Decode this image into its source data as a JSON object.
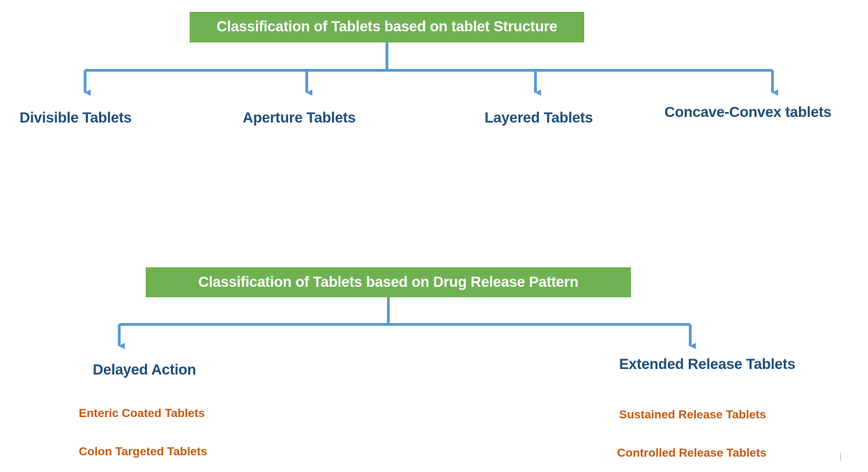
{
  "diagram": {
    "title_colors": {
      "box_green": "#6FB152",
      "box_text": "#FFFFFF",
      "branch_text": "#1F4E79",
      "sub_text": "#C55A11",
      "connector_blue": "#5B9BD5"
    },
    "sections": [
      {
        "id": "structure",
        "header": "Classification of Tablets based on tablet Structure",
        "branches": [
          {
            "label": "Divisible Tablets",
            "children": []
          },
          {
            "label": "Aperture Tablets",
            "children": []
          },
          {
            "label": "Layered Tablets",
            "children": []
          },
          {
            "label": "Concave-Convex tablets",
            "children": []
          }
        ]
      },
      {
        "id": "release",
        "header": "Classification of Tablets based on Drug Release Pattern",
        "branches": [
          {
            "label": "Delayed Action",
            "children": [
              "Enteric Coated Tablets",
              "Colon Targeted Tablets"
            ]
          },
          {
            "label": "Extended Release Tablets",
            "children": [
              "Sustained Release Tablets",
              "Controlled Release Tablets"
            ]
          }
        ]
      }
    ]
  }
}
